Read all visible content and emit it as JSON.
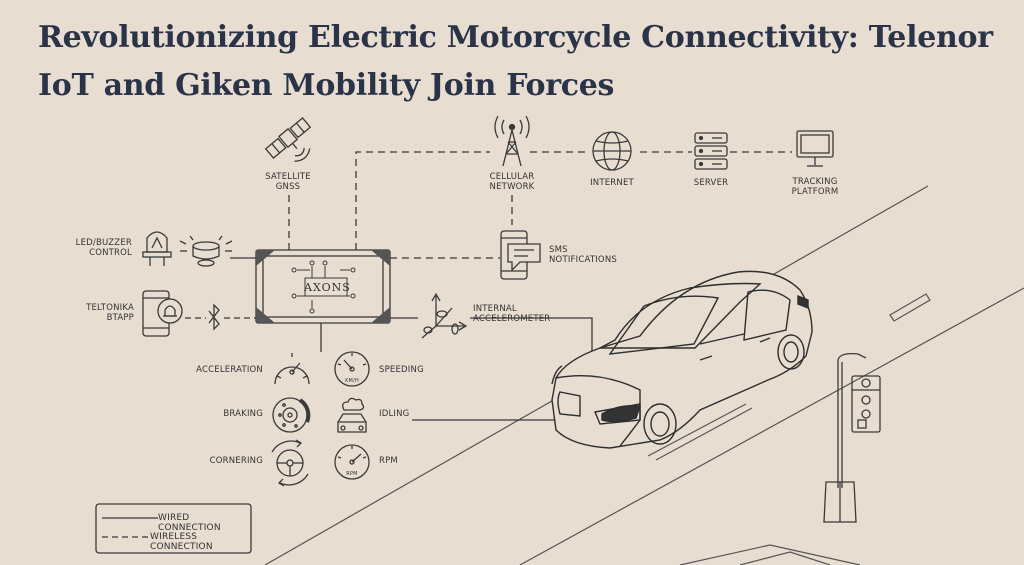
{
  "title": "Revolutionizing Electric Motorcycle Connectivity: Telenor IoT and Giken Mobility Join Forces",
  "device": {
    "brand": "AXONS"
  },
  "nodes": {
    "satellite": "SATELLITE\nGNSS",
    "cellular": "CELLULAR\nNETWORK",
    "internet": "INTERNET",
    "server": "SERVER",
    "tracking": "TRACKING\nPLATFORM",
    "led_buzzer": "LED/BUZZER\nCONTROL",
    "teltonika": "TELTONIKA\nBTAPP",
    "sms": "SMS\nNOTIFICATIONS",
    "accelerometer": "INTERNAL\nACCELEROMETER"
  },
  "events": {
    "acceleration": "ACCELERATION",
    "speeding": "SPEEDING",
    "braking": "BRAKING",
    "idling": "IDLING",
    "cornering": "CORNERING",
    "rpm": "RPM",
    "gauge_kmh": "KM/H",
    "gauge_rpm": "RPM"
  },
  "legend": {
    "wired": "WIRED CONNECTION",
    "wireless": "WIRELESS CONNECTION"
  },
  "colors": {
    "background": "#e8ddd1",
    "title": "#2a3348",
    "ink": "#333333"
  }
}
